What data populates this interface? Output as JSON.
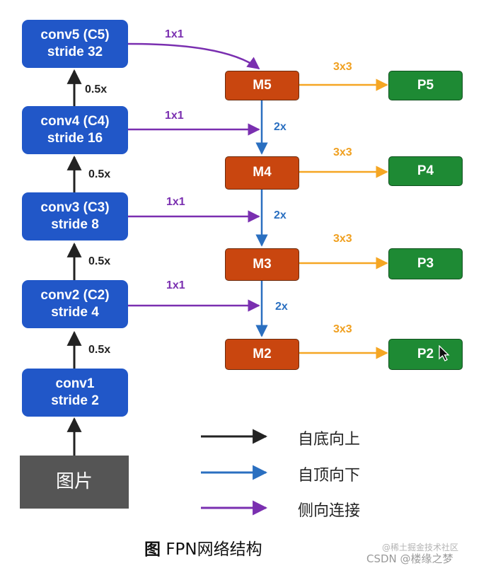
{
  "bottom_up": [
    {
      "name": "conv5 (C5)",
      "stride": "stride 32"
    },
    {
      "name": "conv4 (C4)",
      "stride": "stride 16"
    },
    {
      "name": "conv3 (C3)",
      "stride": "stride 8"
    },
    {
      "name": "conv2 (C2)",
      "stride": "stride 4"
    },
    {
      "name": "conv1",
      "stride": "stride 2"
    }
  ],
  "input_label": "图片",
  "downsample_labels": [
    "0.5x",
    "0.5x",
    "0.5x",
    "0.5x"
  ],
  "lateral_labels": [
    "1x1",
    "1x1",
    "1x1",
    "1x1"
  ],
  "merge_nodes": [
    "M5",
    "M4",
    "M3",
    "M2"
  ],
  "upsample_labels": [
    "2x",
    "2x",
    "2x"
  ],
  "output_nodes": [
    "P5",
    "P4",
    "P3",
    "P2"
  ],
  "conv_labels": [
    "3x3",
    "3x3",
    "3x3",
    "3x3"
  ],
  "legend": [
    {
      "label": "自底向上",
      "color": "#222222"
    },
    {
      "label": "自顶向下",
      "color": "#2a6fc0"
    },
    {
      "label": "侧向连接",
      "color": "#7a2fb0"
    }
  ],
  "caption": {
    "prefix": "图",
    "text": "FPN网络结构"
  },
  "watermarks": {
    "faint": "@稀土掘金技术社区",
    "main": "CSDN @楼缘之梦"
  },
  "colors": {
    "conv_box": "#2157c8",
    "merge_box": "#c9460f",
    "output_box": "#1e8a34",
    "input_box": "#555555",
    "bottom_up_arrow": "#222222",
    "top_down_arrow": "#2a6fc0",
    "lateral_arrow": "#7a2fb0",
    "conv3x3_arrow": "#f5a623"
  }
}
